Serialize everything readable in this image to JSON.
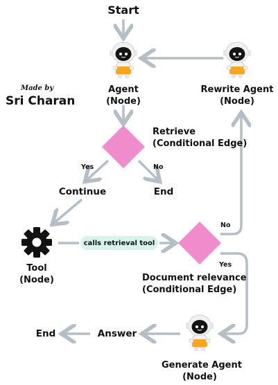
{
  "start": "Start",
  "agent": {
    "line1": "Agent",
    "line2": "(Node)"
  },
  "rewrite_agent": {
    "line1": "Rewrite Agent",
    "line2": "(Node)"
  },
  "retrieve_edge": {
    "line1": "Retrieve",
    "line2": "(Conditional Edge)"
  },
  "yes_1": "Yes",
  "no_1": "No",
  "continue": "Continue",
  "end_1": "End",
  "tool": {
    "line1": "Tool",
    "line2": "(Node)"
  },
  "tool_edge_label": "calls retrieval tool",
  "no_2": "No",
  "yes_2": "Yes",
  "doc_relevance": {
    "line1": "Document relevance",
    "line2": "(Conditional Edge)"
  },
  "answer": "Answer",
  "end_2": "End",
  "generate_agent": {
    "line1": "Generate Agent",
    "line2": "(Node)"
  },
  "credit": {
    "made_by": "Made by",
    "name": "Sri Charan"
  },
  "colors": {
    "arrow": "#b4bec6",
    "diamond": "#f08ccc",
    "robot_body": "#f5a623",
    "pill": "#d6f3ec"
  }
}
